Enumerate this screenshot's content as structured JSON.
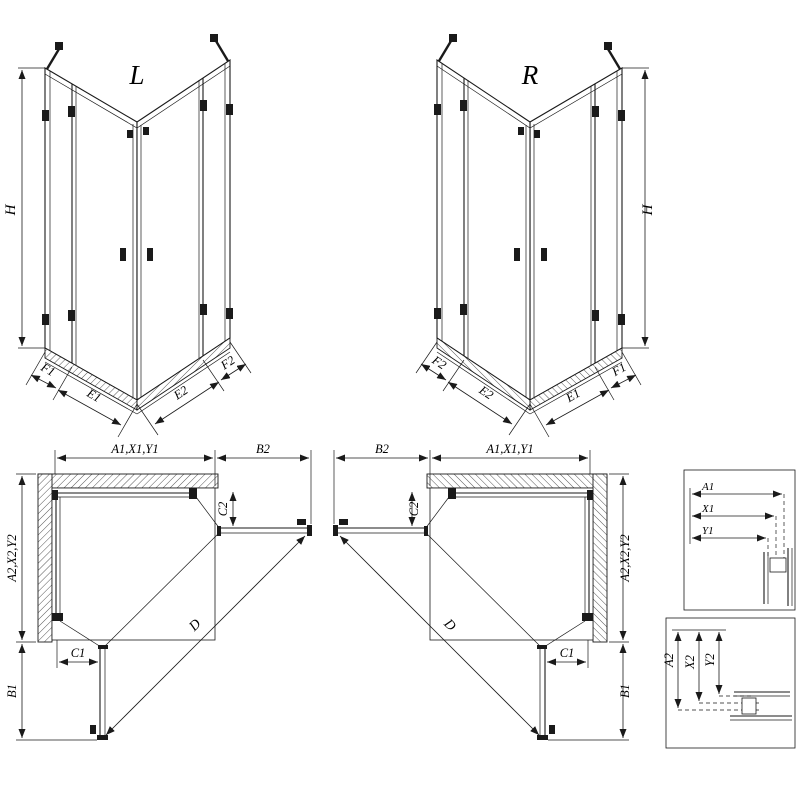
{
  "iso_left": {
    "label": "L",
    "height": "H",
    "dims": {
      "f1": "F1",
      "e1": "E1",
      "e2": "E2",
      "f2": "F2"
    }
  },
  "iso_right": {
    "label": "R",
    "height": "H",
    "dims": {
      "f2": "F2",
      "e2": "E2",
      "e1": "E1",
      "f1": "F1"
    }
  },
  "plan_left": {
    "top_width": "A1,X1,Y1",
    "door_ext_top": "B2",
    "door_offset_top": "C2",
    "side_height": "A2,X2,Y2",
    "door_ext_side": "B1",
    "door_offset_side": "C1",
    "entry_diagonal": "D"
  },
  "plan_right": {
    "top_width": "A1,X1,Y1",
    "door_ext_top": "B2",
    "door_offset_top": "C2",
    "side_height": "A2,X2,Y2",
    "door_ext_side": "B1",
    "door_offset_side": "C1",
    "entry_diagonal": "D"
  },
  "detail_widths": {
    "a1": "A1",
    "x1": "X1",
    "y1": "Y1"
  },
  "detail_heights": {
    "a2": "A2",
    "x2": "X2",
    "y2": "Y2"
  }
}
